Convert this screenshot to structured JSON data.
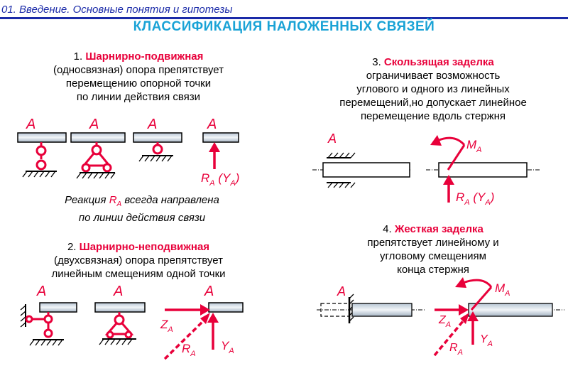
{
  "header": {
    "title": "01. Введение. Основные понятия и гипотезы",
    "main_title": "КЛАССИФИКАЦИЯ НАЛОЖЕННЫХ СВЯЗЕЙ"
  },
  "s1": {
    "num": "1.",
    "name": "Шарнирно-подвижная",
    "line2": "(односвязная) опора препятствует",
    "line3": "перемещению опорной точки",
    "line4": "по линии действия связи",
    "note1a": "Реакция",
    "note1b": "всегда направлена",
    "note2": "по линии действия связи"
  },
  "s2": {
    "num": "2.",
    "name": "Шарнирно-неподвижная",
    "line2": "(двухсвязная) опора препятствует",
    "line3": "линейным смещениям одной точки"
  },
  "s3": {
    "num": "3.",
    "name": "Скользящая заделка",
    "line2": "ограничивает возможность",
    "line3": "углового и одного из линейных",
    "line4": "перемещений,но допускает линейное",
    "line5": "перемещение вдоль стержня"
  },
  "s4": {
    "num": "4.",
    "name": "Жесткая заделка",
    "line2": "препятствует линейному и",
    "line3": "угловому смещениям",
    "line4": "конца стержня"
  },
  "labels": {
    "A": "A",
    "R": "R",
    "Rsub": "A",
    "Y": "Y",
    "Ysub": "A",
    "Z": "Z",
    "Zsub": "A",
    "M": "M",
    "Msub": "A"
  },
  "colors": {
    "accent": "#e8003a",
    "header": "#1a2aa8",
    "title": "#1aa3d6"
  }
}
